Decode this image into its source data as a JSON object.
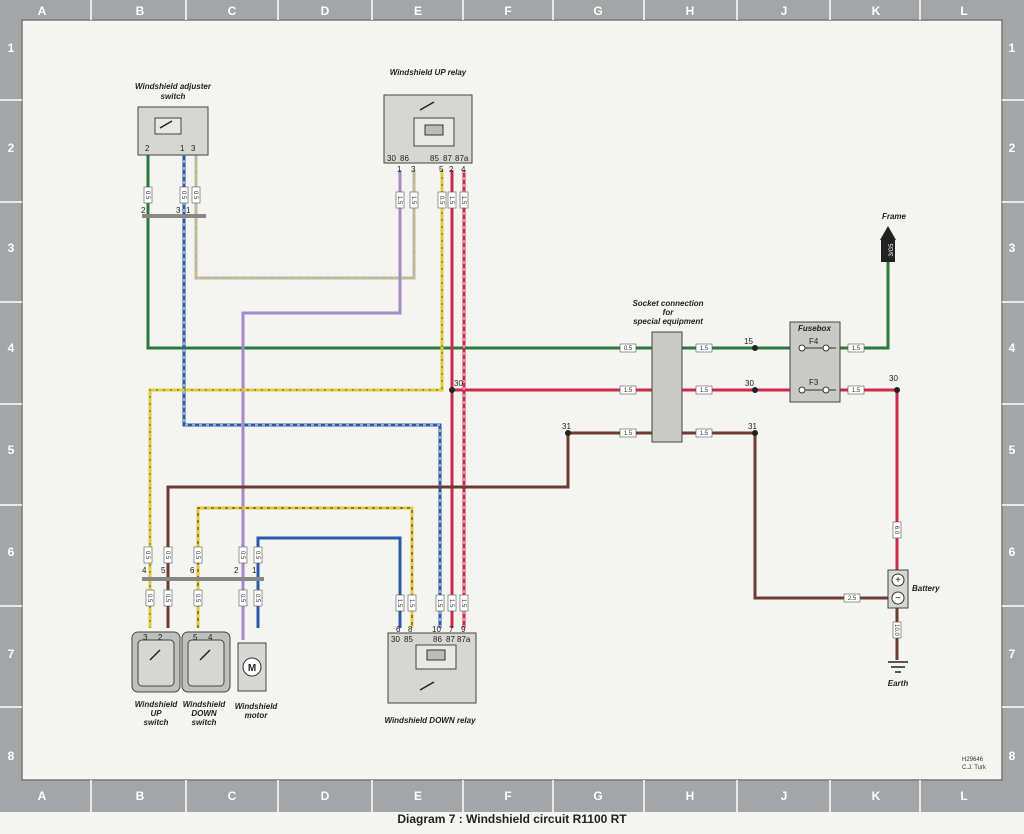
{
  "grid": {
    "columns": [
      "A",
      "B",
      "C",
      "D",
      "E",
      "F",
      "G",
      "H",
      "J",
      "K",
      "L"
    ],
    "rows": [
      "1",
      "2",
      "3",
      "4",
      "5",
      "6",
      "7",
      "8"
    ]
  },
  "components": {
    "adjuster_switch": {
      "label_line1": "Windshield adjuster",
      "label_line2": "switch",
      "pins": [
        "2",
        "1",
        "3"
      ]
    },
    "up_relay": {
      "label": "Windshield UP relay",
      "pins": [
        "30",
        "86",
        "85",
        "87",
        "87a"
      ],
      "wire_nos": [
        "1",
        "3",
        "5",
        "2",
        "4"
      ]
    },
    "down_relay": {
      "label": "Windshield DOWN relay",
      "pins": [
        "30",
        "85",
        "86",
        "87",
        "87a"
      ],
      "wire_nos": [
        "6",
        "8",
        "10",
        "7",
        "9"
      ]
    },
    "socket": {
      "label_line1": "Socket connection",
      "label_line2": "for",
      "label_line3": "special equipment"
    },
    "fusebox": {
      "label": "Fusebox",
      "fuses": [
        "F4",
        "F3"
      ]
    },
    "frame": {
      "label": "Frame",
      "code": "3/G5"
    },
    "battery": {
      "label": "Battery",
      "plus": "+",
      "minus": "−"
    },
    "earth": {
      "label": "Earth"
    },
    "up_switch": {
      "label_line1": "Windshield",
      "label_line2": "UP",
      "label_line3": "switch",
      "pins": [
        "3",
        "2"
      ]
    },
    "down_switch": {
      "label_line1": "Windshield",
      "label_line2": "DOWN",
      "label_line3": "switch",
      "pins": [
        "5",
        "4"
      ]
    },
    "motor": {
      "label_line1": "Windshield",
      "label_line2": "motor",
      "symbol": "M"
    }
  },
  "connector_numbers": {
    "top": [
      "2",
      "3",
      "1"
    ],
    "bottom": [
      "4",
      "5",
      "6",
      "2",
      "1"
    ]
  },
  "terminal_numbers": {
    "t15": "15",
    "t30a": "30",
    "t30b": "30",
    "t30c": "30",
    "t31a": "31",
    "t31b": "31"
  },
  "wire_gauges": {
    "g05": "0.5",
    "g15": "1.5",
    "g25": "2.5",
    "g60": "6.0",
    "g100": "10.0"
  },
  "code": {
    "line1": "H29646",
    "line2": "C.J. Turk"
  },
  "caption": "Diagram 7 : Windshield circuit R1100 RT",
  "colors": {
    "border": "#a3a5a6",
    "green": "#2a7a3a",
    "blue": "#2c5aa8",
    "yellow": "#e6c93a",
    "violet": "#a58ac8",
    "red": "#cc2a4a",
    "brown": "#6e3b33",
    "grey_wire": "#b6b7b2"
  }
}
